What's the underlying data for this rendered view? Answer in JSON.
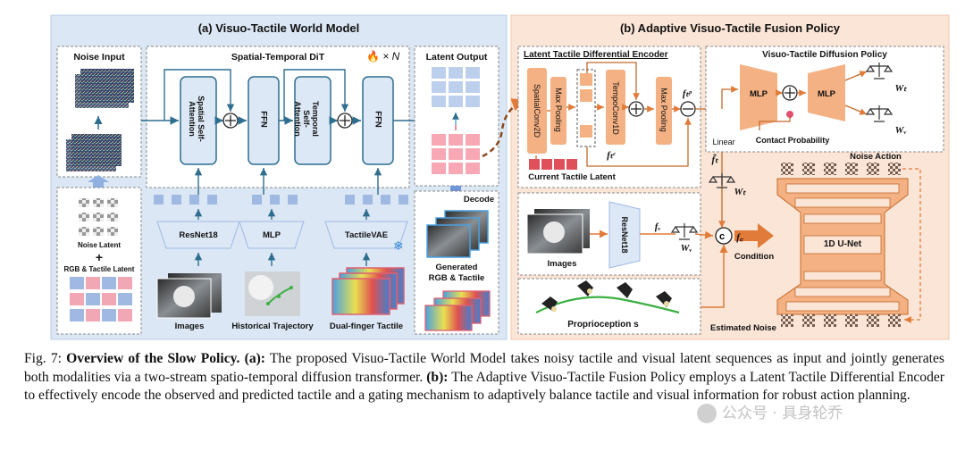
{
  "panel_a": {
    "title": "(a) Visuo-Tactile World Model",
    "noise_input": "Noise Input",
    "dit_title": "Spatial-Temporal DiT",
    "dit_repeat": "× N",
    "latent_output": "Latent Output",
    "spatial_attn": "Spatial Self-Attention",
    "temporal_attn": "Temporal Self-Attention",
    "ffn": "FFN",
    "resnet18": "ResNet18",
    "mlp": "MLP",
    "tactilevae": "TactileVAE",
    "decode": "Decode",
    "noise_latent": "Noise Latent",
    "plus": "+",
    "rgb_tactile_latent": "RGB & Tactile Latent",
    "generated_1": "Generated",
    "generated_2": "RGB & Tactile",
    "images": "Images",
    "historical_trajectory": "Historical Trajectory",
    "dual_finger_tactile": "Dual-finger Tactile"
  },
  "panel_b": {
    "title": "(b) Adaptive Visuo-Tactile Fusion Policy",
    "ltde_title": "Latent Tactile Differential Encoder",
    "spatialconv": "SpatialConv2D",
    "maxpool": "Max Pooling",
    "temporalconv": "TempoConv1D",
    "current_tactile_latent": "Current Tactile Latent",
    "f_p": "fₜᵖ",
    "f_c": "fₜᶜ",
    "linear": "Linear",
    "f_tilde": "f̃ₜ",
    "w_t": "Wₜ",
    "w_v": "Wᵥ",
    "diffusion_title": "Visuo-Tactile Diffusion Policy",
    "mlp": "MLP",
    "contact_probability": "Contact Probability",
    "noise_action": "Noise Action",
    "unet": "1D U-Net",
    "condition": "Condition",
    "estimated_noise": "Estimated Noise",
    "images": "Images",
    "resnet18": "ResNet18",
    "f_v": "fᵥ",
    "f_cat": "f꜀",
    "proprioception": "Proprioception  s"
  },
  "caption": {
    "fig": "Fig. 7: ",
    "heading": "Overview of the Slow Policy.",
    "a_tag": " (a):",
    "a_text": " The proposed Visuo-Tactile World Model takes noisy tactile and visual latent sequences as input and jointly generates both modalities via a two-stream spatio-temporal diffusion transformer. ",
    "b_tag": "(b):",
    "b_text": " The Adaptive Visuo-Tactile Fusion Policy employs a Latent Tactile Differential Encoder to effectively encode the observed and predicted tactile and a gating mechanism to adaptively balance tactile and visual information for robust action planning."
  },
  "watermark": "公众号 · 具身轮乔",
  "colors": {
    "panel_a_bg": "#dbe7f4",
    "panel_b_bg": "#fbe5d6",
    "block_blue": "#dce8f6",
    "block_orange": "#f4b183",
    "arrow_blue": "#2e6e8e",
    "accent_orange": "#e07b39"
  }
}
